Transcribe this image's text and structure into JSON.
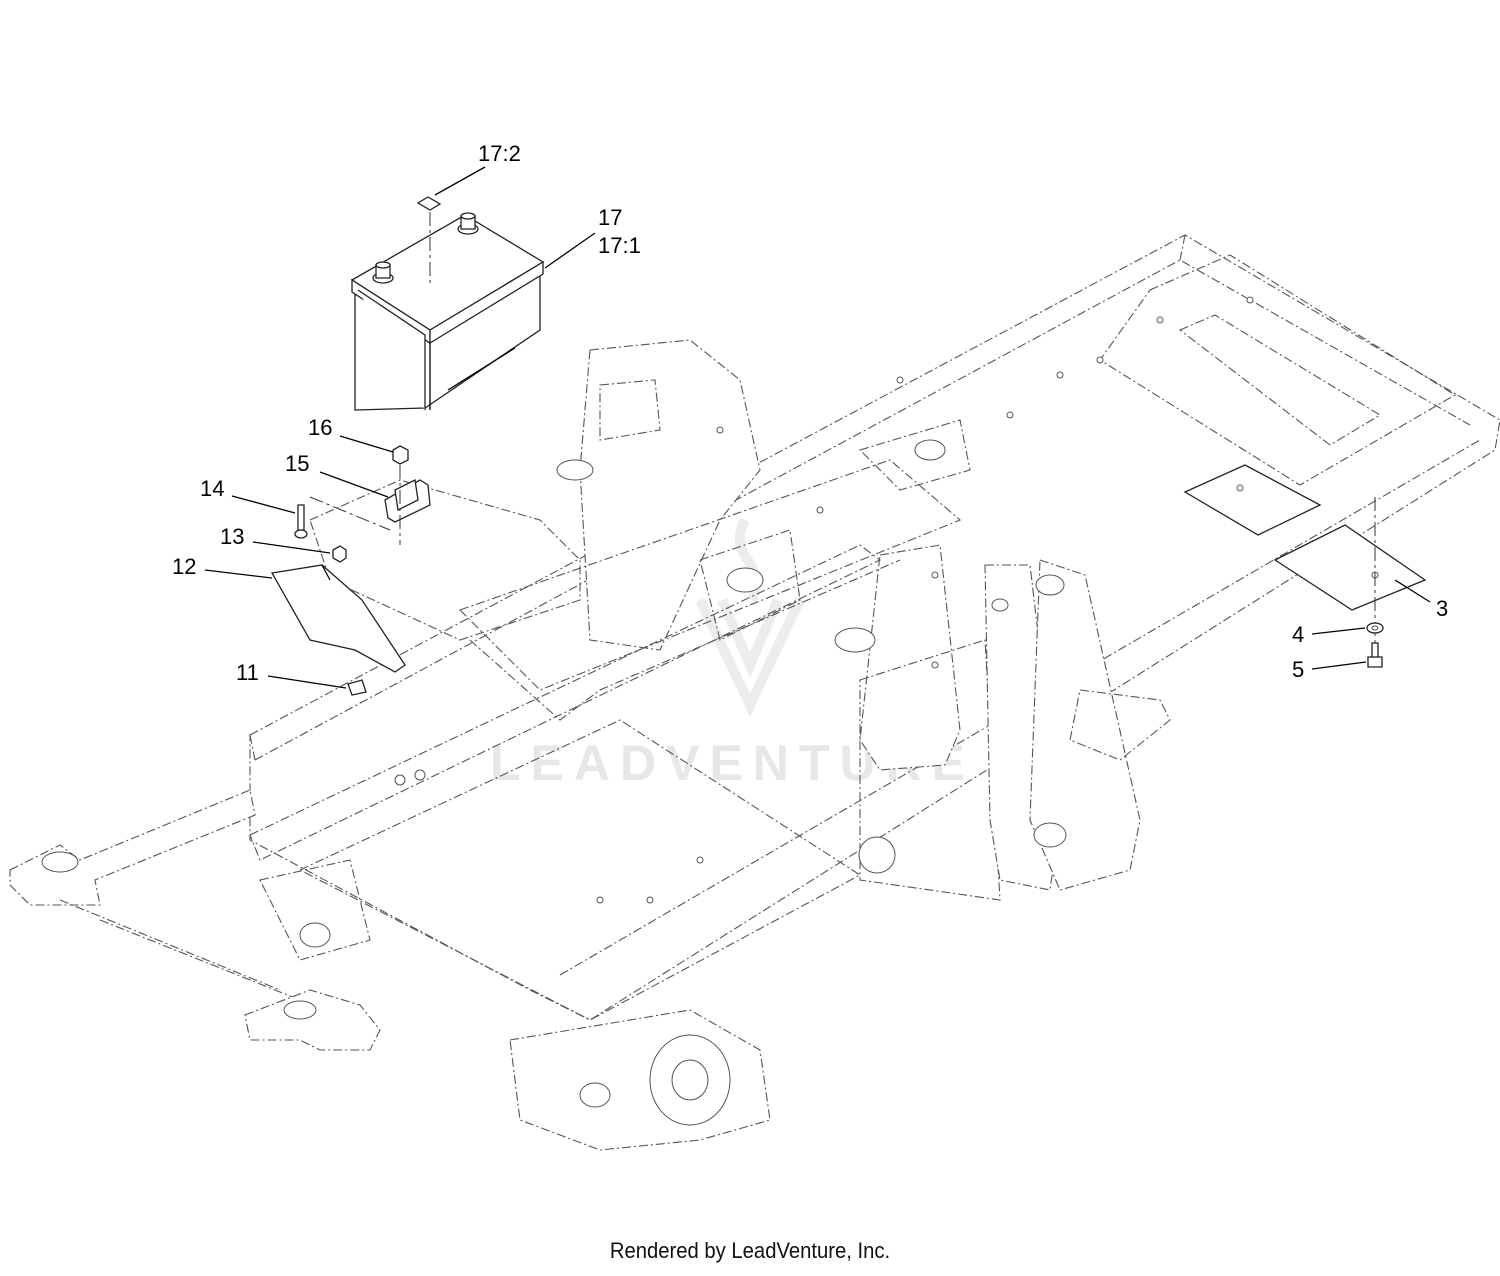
{
  "diagram": {
    "callouts": [
      {
        "id": "17-2",
        "label": "17:2"
      },
      {
        "id": "17",
        "label": "17"
      },
      {
        "id": "17-1",
        "label": "17:1"
      },
      {
        "id": "16",
        "label": "16"
      },
      {
        "id": "15",
        "label": "15"
      },
      {
        "id": "14",
        "label": "14"
      },
      {
        "id": "13",
        "label": "13"
      },
      {
        "id": "12",
        "label": "12"
      },
      {
        "id": "11",
        "label": "11"
      },
      {
        "id": "3",
        "label": "3"
      },
      {
        "id": "4",
        "label": "4"
      },
      {
        "id": "5",
        "label": "5"
      }
    ],
    "watermark": "LEADVENTURE",
    "watermark_icon": "leadventure-logo-icon"
  },
  "footer": {
    "credit": "Rendered by LeadVenture, Inc."
  },
  "colors": {
    "background": "#ffffff",
    "line": "#555555",
    "text": "#000000",
    "watermark": "#e7e7e7"
  }
}
